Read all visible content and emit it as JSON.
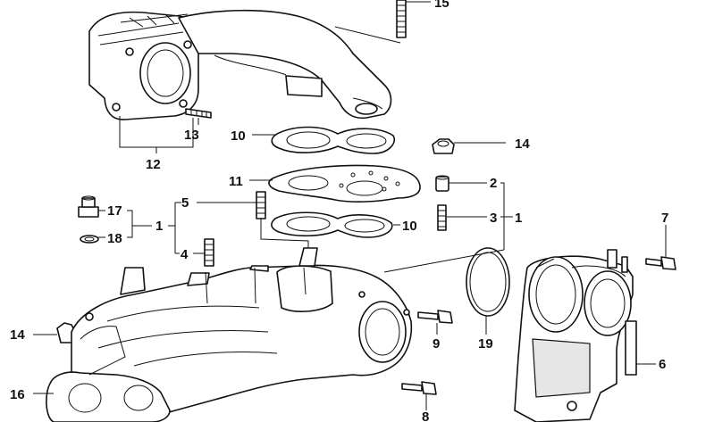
{
  "callouts": [
    {
      "id": "c15",
      "text": "15"
    },
    {
      "id": "c13",
      "text": "13"
    },
    {
      "id": "c12",
      "text": "12"
    },
    {
      "id": "c10a",
      "text": "10"
    },
    {
      "id": "c14a",
      "text": "14"
    },
    {
      "id": "c11",
      "text": "11"
    },
    {
      "id": "c2",
      "text": "2"
    },
    {
      "id": "c5",
      "text": "5"
    },
    {
      "id": "c17",
      "text": "17"
    },
    {
      "id": "c1a",
      "text": "1"
    },
    {
      "id": "c3",
      "text": "3"
    },
    {
      "id": "c1b",
      "text": "1"
    },
    {
      "id": "c10b",
      "text": "10"
    },
    {
      "id": "c18",
      "text": "18"
    },
    {
      "id": "c4",
      "text": "4"
    },
    {
      "id": "c7",
      "text": "7"
    },
    {
      "id": "c14b",
      "text": "14"
    },
    {
      "id": "c9",
      "text": "9"
    },
    {
      "id": "c19",
      "text": "19"
    },
    {
      "id": "c6",
      "text": "6"
    },
    {
      "id": "c16",
      "text": "16"
    },
    {
      "id": "c8",
      "text": "8"
    }
  ]
}
